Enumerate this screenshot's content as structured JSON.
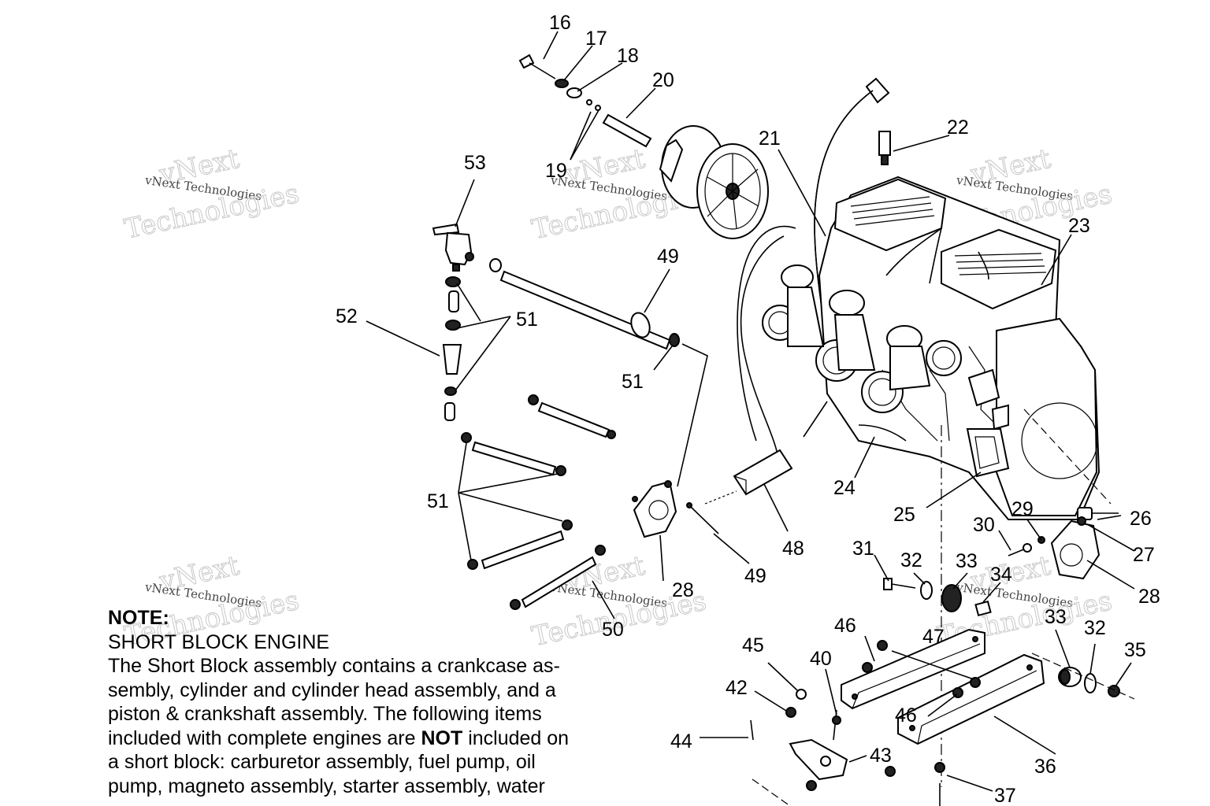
{
  "watermark": {
    "line1": "vNext",
    "line2": "vNext Technologies",
    "line3": "Technologies"
  },
  "callouts": [
    "16",
    "17",
    "18",
    "19",
    "20",
    "21",
    "22",
    "23",
    "24",
    "25",
    "26",
    "27",
    "28",
    "28",
    "29",
    "30",
    "31",
    "32",
    "32",
    "33",
    "33",
    "34",
    "35",
    "36",
    "37",
    "40",
    "42",
    "43",
    "44",
    "45",
    "46",
    "46",
    "47",
    "48",
    "49",
    "49",
    "50",
    "51",
    "51",
    "51",
    "52",
    "53"
  ],
  "note": {
    "heading": "NOTE:",
    "title": "SHORT BLOCK ENGINE",
    "body_1": "The Short Block assembly contains a crankcase as-",
    "body_2": "sembly, cylinder and cylinder head assembly, and a",
    "body_3": "piston & crankshaft assembly.  The following items",
    "body_4a": "included with complete engines are ",
    "body_4b": "NOT",
    "body_4c": " included on",
    "body_5": "a short block:  carburetor assembly, fuel pump, oil",
    "body_6": "pump, magneto assembly, starter assembly, water"
  }
}
